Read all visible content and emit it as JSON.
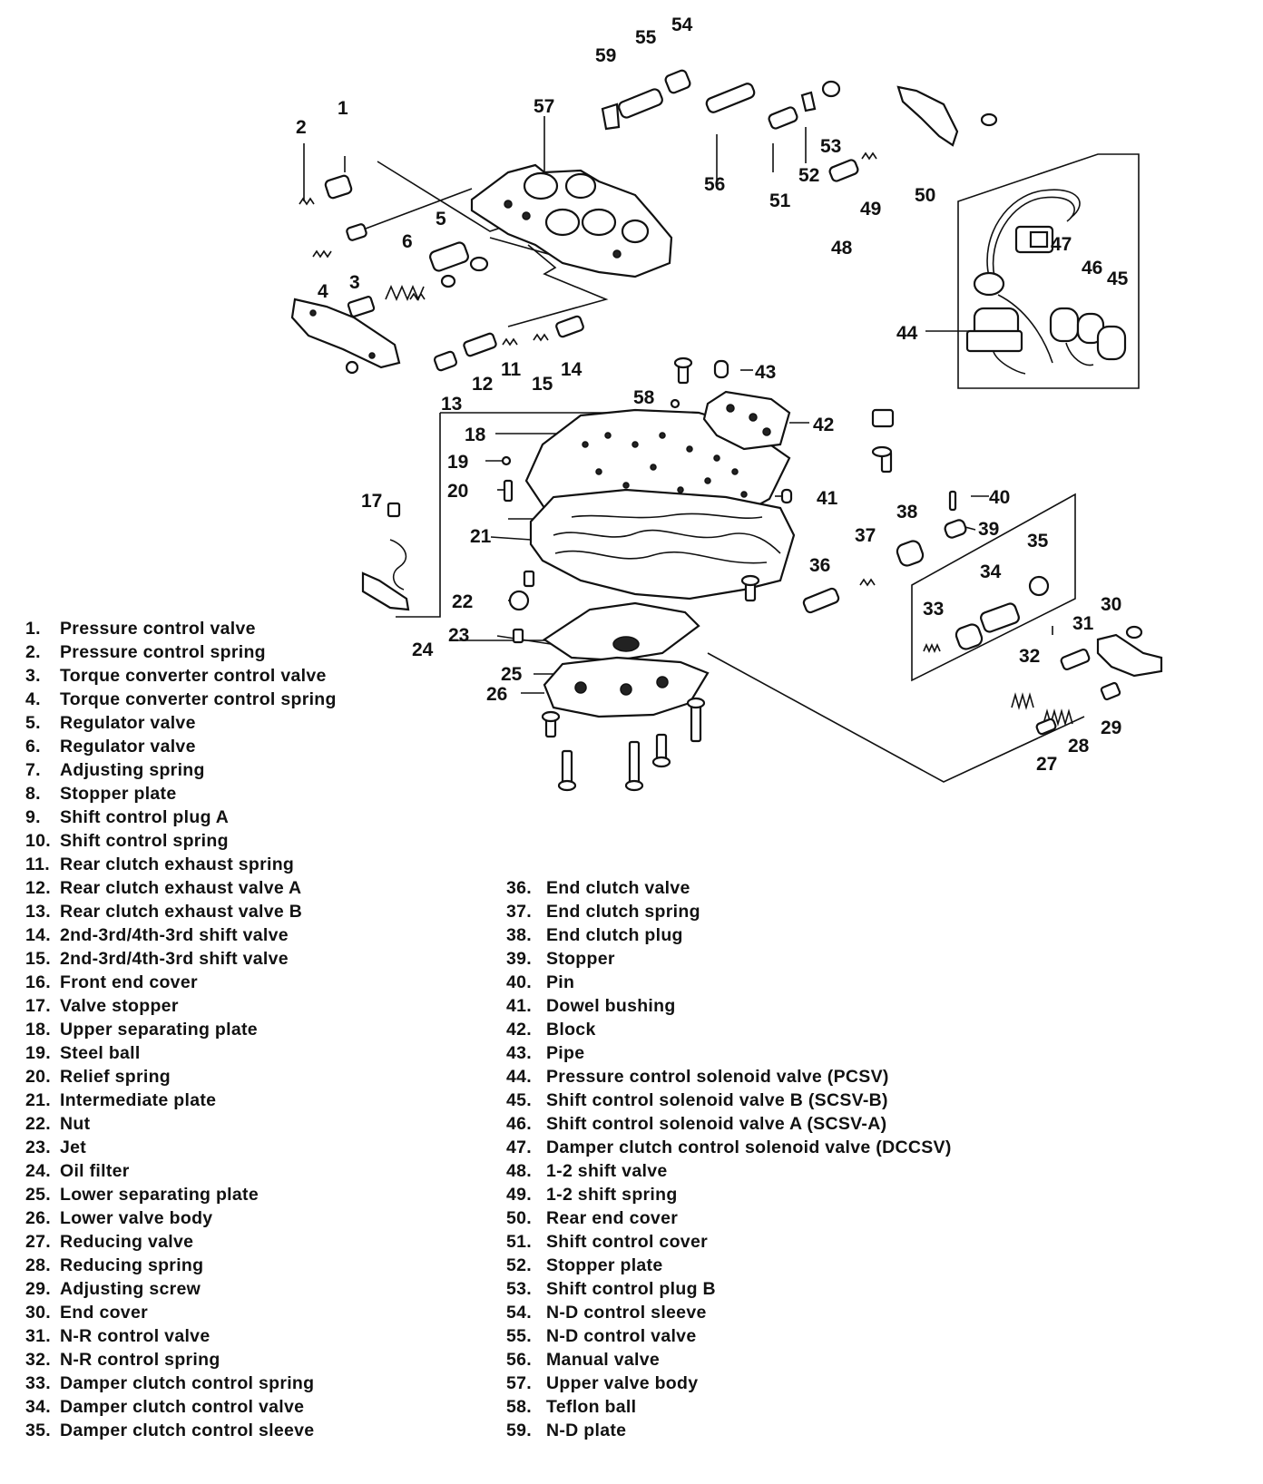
{
  "callouts": [
    "1",
    "2",
    "3",
    "4",
    "5",
    "6",
    "11",
    "12",
    "13",
    "14",
    "15",
    "17",
    "18",
    "19",
    "20",
    "21",
    "22",
    "23",
    "24",
    "25",
    "26",
    "27",
    "28",
    "29",
    "30",
    "31",
    "32",
    "33",
    "34",
    "35",
    "36",
    "37",
    "38",
    "39",
    "40",
    "41",
    "42",
    "43",
    "44",
    "45",
    "46",
    "47",
    "48",
    "49",
    "50",
    "51",
    "52",
    "53",
    "54",
    "55",
    "56",
    "57",
    "58",
    "59"
  ],
  "legend": [
    {
      "num": "1.",
      "text": "Pressure control valve"
    },
    {
      "num": "2.",
      "text": "Pressure control spring"
    },
    {
      "num": "3.",
      "text": "Torque converter control valve"
    },
    {
      "num": "4.",
      "text": "Torque converter control spring"
    },
    {
      "num": "5.",
      "text": "Regulator valve"
    },
    {
      "num": "6.",
      "text": "Regulator valve"
    },
    {
      "num": "7.",
      "text": "Adjusting spring"
    },
    {
      "num": "8.",
      "text": "Stopper plate"
    },
    {
      "num": "9.",
      "text": "Shift control plug A"
    },
    {
      "num": "10.",
      "text": "Shift control spring"
    },
    {
      "num": "11.",
      "text": "Rear clutch exhaust spring"
    },
    {
      "num": "12.",
      "text": "Rear clutch exhaust valve A"
    },
    {
      "num": "13.",
      "text": "Rear clutch exhaust valve B"
    },
    {
      "num": "14.",
      "text": "2nd-3rd/4th-3rd shift valve"
    },
    {
      "num": "15.",
      "text": "2nd-3rd/4th-3rd shift valve"
    },
    {
      "num": "16.",
      "text": "Front end cover"
    },
    {
      "num": "17.",
      "text": "Valve stopper"
    },
    {
      "num": "18.",
      "text": "Upper separating plate"
    },
    {
      "num": "19.",
      "text": "Steel ball"
    },
    {
      "num": "20.",
      "text": "Relief spring"
    },
    {
      "num": "21.",
      "text": "Intermediate plate"
    },
    {
      "num": "22.",
      "text": "Nut"
    },
    {
      "num": "23.",
      "text": "Jet"
    },
    {
      "num": "24.",
      "text": "Oil filter"
    },
    {
      "num": "25.",
      "text": "Lower separating plate"
    },
    {
      "num": "26.",
      "text": "Lower valve body"
    },
    {
      "num": "27.",
      "text": "Reducing valve"
    },
    {
      "num": "28.",
      "text": "Reducing spring"
    },
    {
      "num": "29.",
      "text": "Adjusting screw"
    },
    {
      "num": "30.",
      "text": "End cover"
    },
    {
      "num": "31.",
      "text": "N-R control valve"
    },
    {
      "num": "32.",
      "text": "N-R control spring"
    },
    {
      "num": "33.",
      "text": "Damper clutch control spring"
    },
    {
      "num": "34.",
      "text": "Damper clutch control valve"
    },
    {
      "num": "35.",
      "text": "Damper clutch control sleeve"
    },
    {
      "num": "36.",
      "text": "End clutch valve"
    },
    {
      "num": "37.",
      "text": "End clutch spring"
    },
    {
      "num": "38.",
      "text": "End clutch plug"
    },
    {
      "num": "39.",
      "text": "Stopper"
    },
    {
      "num": "40.",
      "text": "Pin"
    },
    {
      "num": "41.",
      "text": "Dowel bushing"
    },
    {
      "num": "42.",
      "text": "Block"
    },
    {
      "num": "43.",
      "text": "Pipe"
    },
    {
      "num": "44.",
      "text": "Pressure control solenoid valve (PCSV)"
    },
    {
      "num": "45.",
      "text": "Shift control solenoid valve B (SCSV-B)"
    },
    {
      "num": "46.",
      "text": "Shift control solenoid valve A (SCSV-A)"
    },
    {
      "num": "47.",
      "text": "Damper clutch control solenoid valve (DCCSV)"
    },
    {
      "num": "48.",
      "text": "1-2 shift valve"
    },
    {
      "num": "49.",
      "text": "1-2 shift spring"
    },
    {
      "num": "50.",
      "text": "Rear end cover"
    },
    {
      "num": "51.",
      "text": "Shift control cover"
    },
    {
      "num": "52.",
      "text": "Stopper plate"
    },
    {
      "num": "53.",
      "text": "Shift control plug B"
    },
    {
      "num": "54.",
      "text": "N-D control sleeve"
    },
    {
      "num": "55.",
      "text": "N-D control valve"
    },
    {
      "num": "56.",
      "text": "Manual valve"
    },
    {
      "num": "57.",
      "text": "Upper valve body"
    },
    {
      "num": "58.",
      "text": "Teflon ball"
    },
    {
      "num": "59.",
      "text": "N-D plate"
    }
  ]
}
